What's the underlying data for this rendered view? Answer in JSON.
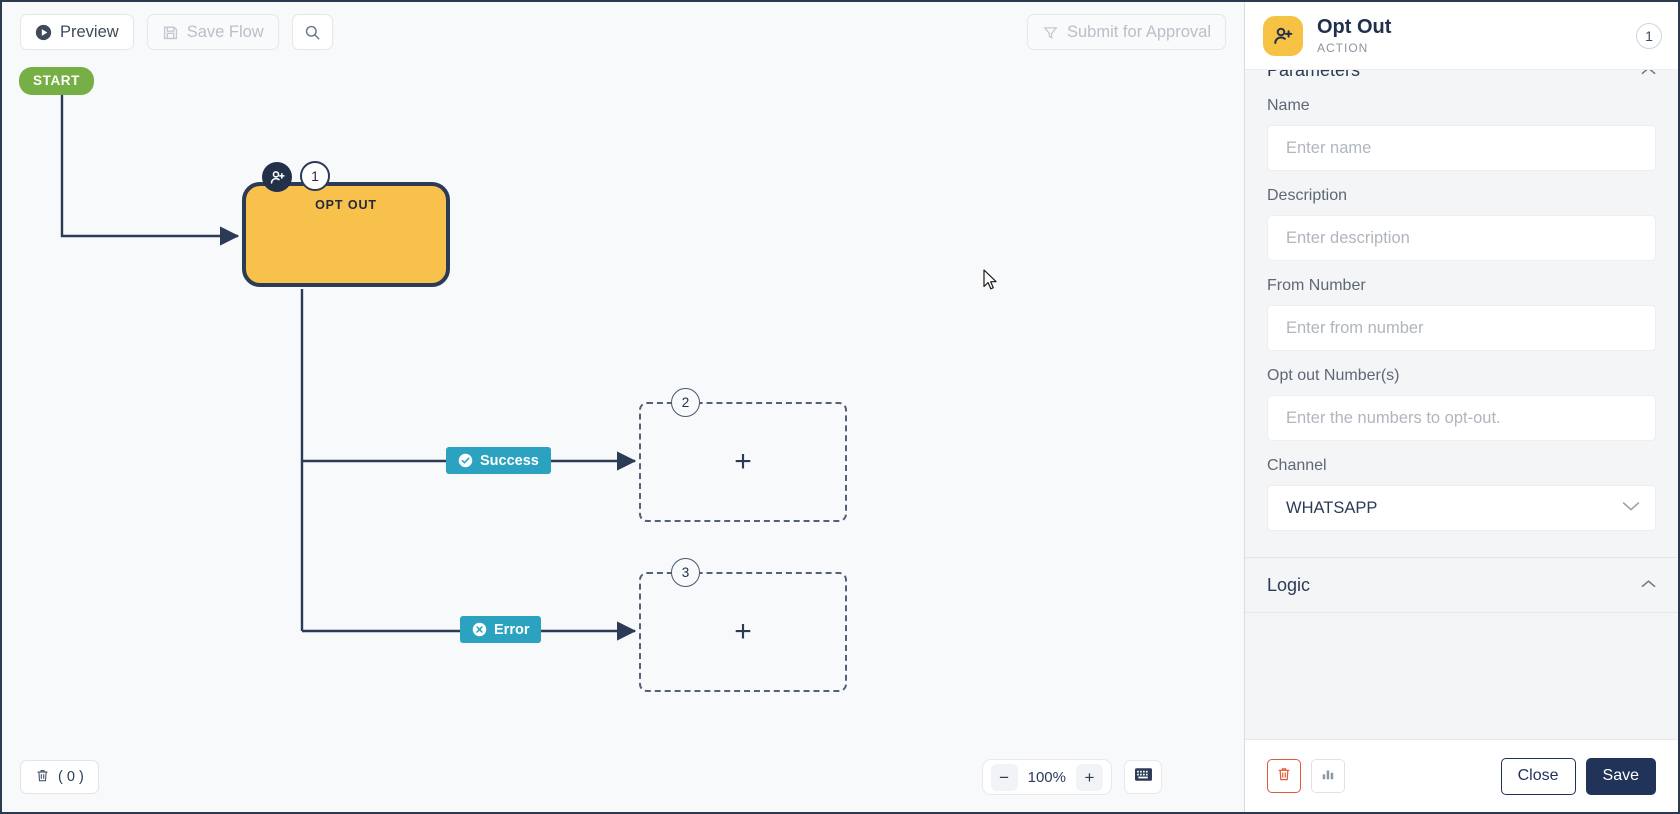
{
  "toolbar": {
    "preview_label": "Preview",
    "save_flow_label": "Save Flow",
    "search_icon": "search-icon",
    "submit_label": "Submit for Approval"
  },
  "canvas": {
    "start_label": "START",
    "nodes": [
      {
        "id": "1",
        "title": "OPT OUT",
        "type": "action",
        "icon": "person-add-icon"
      },
      {
        "id": "2",
        "title": "",
        "type": "placeholder",
        "plus": "+"
      },
      {
        "id": "3",
        "title": "",
        "type": "placeholder",
        "plus": "+"
      }
    ],
    "edges": [
      {
        "label": "Success",
        "icon": "check-circle-icon",
        "color": "#2ba2bf"
      },
      {
        "label": "Error",
        "icon": "x-circle-icon",
        "color": "#2ba2bf"
      }
    ],
    "trash_label": "( 0 )",
    "trash_icon": "trash-icon",
    "zoom_out": "−",
    "zoom_level": "100%",
    "zoom_in": "+",
    "minimap_icon": "minimap-icon"
  },
  "panel": {
    "icon": "person-add-icon",
    "title": "Opt Out",
    "subtitle": "ACTION",
    "count": "1",
    "collapse_icon": "chevron-up-icon",
    "sections": {
      "parameters": {
        "title": "Parameters",
        "fields": [
          {
            "label": "Name",
            "placeholder": "Enter name",
            "value": ""
          },
          {
            "label": "Description",
            "placeholder": "Enter description",
            "value": ""
          },
          {
            "label": "From Number",
            "placeholder": "Enter from number",
            "value": ""
          },
          {
            "label": "Opt out Number(s)",
            "placeholder": "Enter the numbers to opt-out.",
            "value": ""
          }
        ],
        "channel": {
          "label": "Channel",
          "value": "WHATSAPP",
          "options": [
            "WHATSAPP"
          ]
        }
      },
      "logic": {
        "title": "Logic",
        "collapse_icon": "chevron-up-icon"
      }
    },
    "footer": {
      "delete_icon": "trash-icon",
      "stats_icon": "bar-chart-icon",
      "close_label": "Close",
      "save_label": "Save"
    }
  },
  "colors": {
    "node_fill": "#f7c14c",
    "node_border": "#2b3a55",
    "edge_label": "#2ba2bf",
    "start": "#76af45",
    "accent_navy": "#22335a",
    "danger": "#e05a3a"
  }
}
